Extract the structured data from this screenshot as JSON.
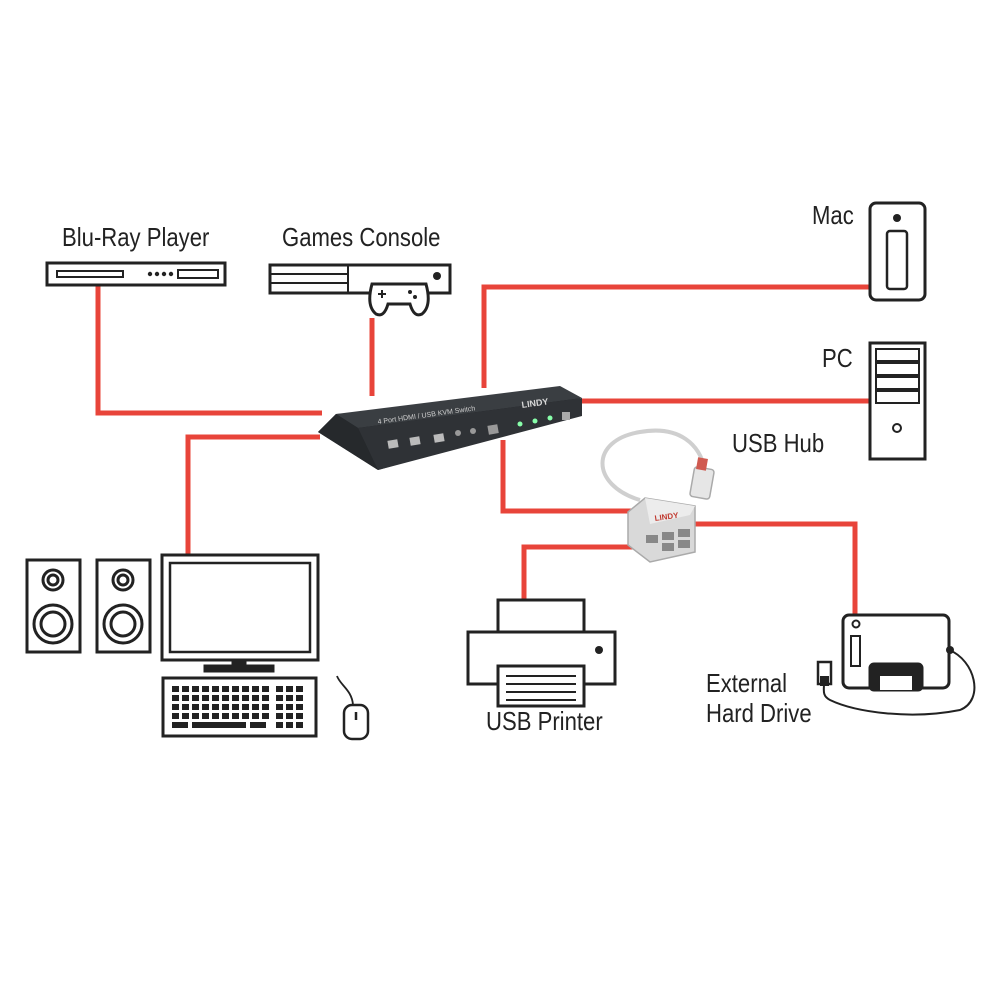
{
  "labels": {
    "bluray": "Blu-Ray Player",
    "console": "Games Console",
    "mac": "Mac",
    "pc": "PC",
    "usb_hub": "USB Hub",
    "printer": "USB Printer",
    "hdd_line1": "External",
    "hdd_line2": "Hard Drive"
  },
  "switch": {
    "model_text": "4 Port HDMI / USB KVM Switch",
    "brand": "LINDY"
  },
  "hub": {
    "brand": "LINDY"
  },
  "colors": {
    "cable": "#e8443a",
    "outline": "#222222",
    "device_dark": "#2a2d30",
    "hub_body": "#d9d9d9"
  }
}
